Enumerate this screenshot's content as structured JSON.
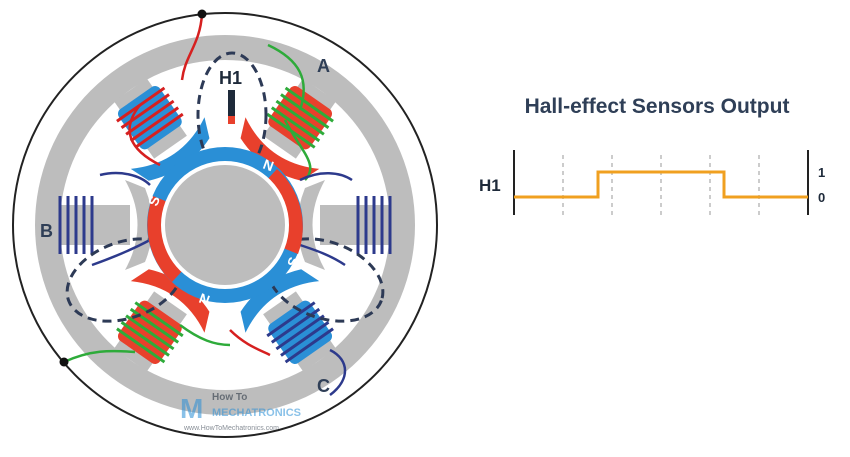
{
  "diagram": {
    "coil_labels": {
      "a": "A",
      "b": "B",
      "c": "C"
    },
    "sensor_label": "H1",
    "magnet_labels": {
      "north": "N",
      "south": "S"
    },
    "logo": {
      "line1": "How To",
      "line2": "MECHATRONICS",
      "url": "www.HowToMechatronics.com"
    }
  },
  "chart_data": {
    "type": "line",
    "title": "Hall-effect Sensors Output",
    "series": [
      {
        "name": "H1",
        "x": [
          0,
          1,
          1,
          2.5,
          2.5,
          3.5
        ],
        "y": [
          0,
          0,
          1,
          1,
          0,
          0
        ]
      }
    ],
    "xlim": [
      0,
      3.5
    ],
    "ylim": [
      0,
      1
    ],
    "yticks": [
      "1",
      "0"
    ],
    "divisions": 6,
    "grid": true,
    "line_color": "#f0a020"
  },
  "colors": {
    "stator": "#bdbdbd",
    "north_pole": "#2a8fd6",
    "south_pole": "#e8402c",
    "coil_wire": "#2d3a8c",
    "coil_wire_red": "#d62020",
    "lead_green": "#2eab3a",
    "lead_red": "#d62020",
    "lead_navy": "#2d3a8c",
    "title_text": "#2f3f57"
  }
}
